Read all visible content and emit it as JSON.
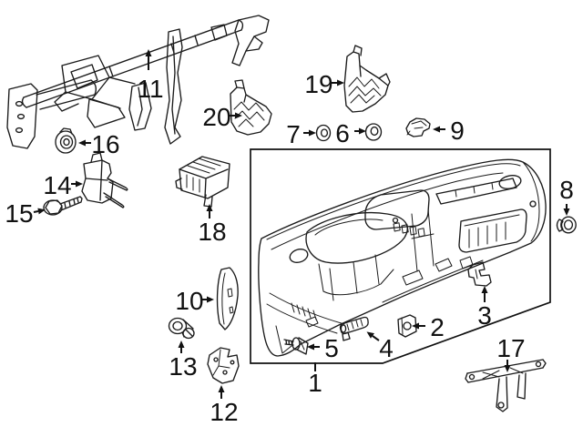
{
  "figure": {
    "description": "Black-and-white exploded parts line diagram of a vehicle instrument panel assembly with numbered callouts",
    "background_color": "#ffffff",
    "line_color": "#1a1a1a",
    "label_color": "#111111"
  },
  "callouts": [
    {
      "label": "1"
    },
    {
      "label": "2"
    },
    {
      "label": "3"
    },
    {
      "label": "4"
    },
    {
      "label": "5"
    },
    {
      "label": "6"
    },
    {
      "label": "7"
    },
    {
      "label": "8"
    },
    {
      "label": "9"
    },
    {
      "label": "10"
    },
    {
      "label": "11"
    },
    {
      "label": "12"
    },
    {
      "label": "13"
    },
    {
      "label": "14"
    },
    {
      "label": "15"
    },
    {
      "label": "16"
    },
    {
      "label": "17"
    },
    {
      "label": "18"
    },
    {
      "label": "19"
    },
    {
      "label": "20"
    }
  ]
}
